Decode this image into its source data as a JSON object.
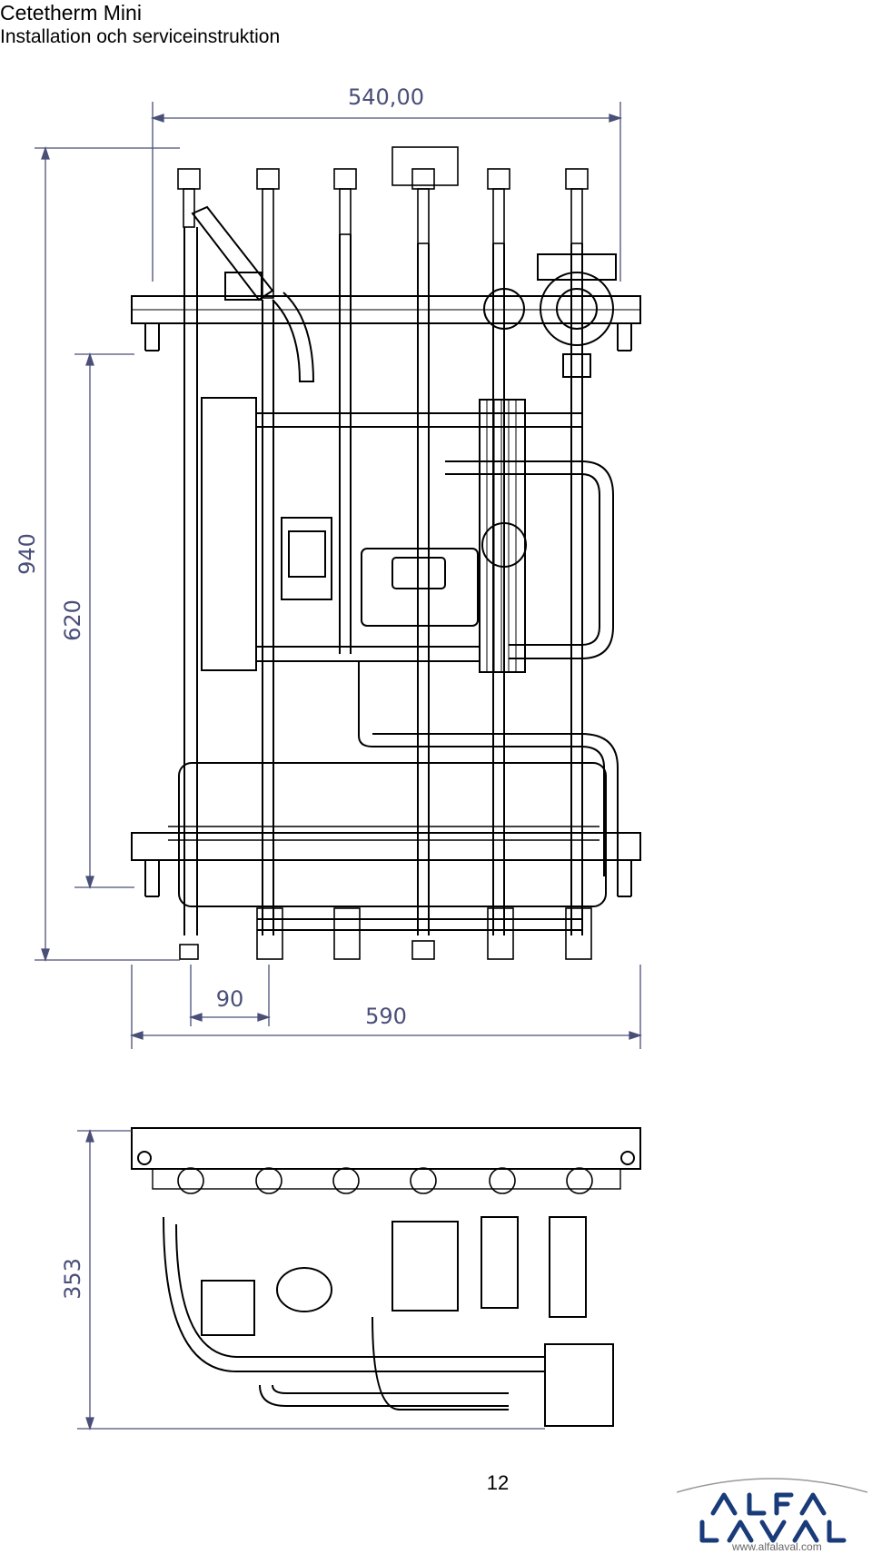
{
  "header": {
    "title": "Cetetherm Mini",
    "subtitle": "Installation och serviceinstruktion"
  },
  "front_view": {
    "dim_top_width": "540,00",
    "dim_height_total": "940",
    "dim_height_inner": "620",
    "dim_pipe_spacing": "90",
    "dim_bottom_width": "590"
  },
  "top_view": {
    "dim_depth": "353"
  },
  "footer": {
    "page_number": "12",
    "logo_text": "ALFA LAVAL",
    "logo_url": "www.alfalaval.com"
  },
  "colors": {
    "line": "#000000",
    "dimension": "#4a4f78",
    "logo": "#1a3b7a"
  }
}
